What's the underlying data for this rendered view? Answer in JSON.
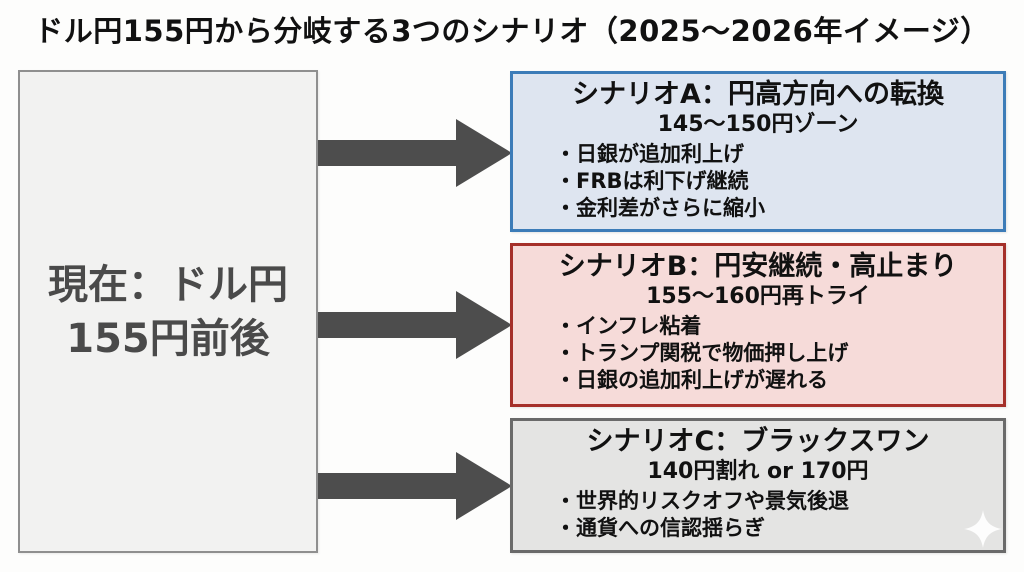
{
  "title": "ドル円155円から分岐する3つのシナリオ（2025〜2026年イメージ）",
  "current_box": {
    "line1": "現在：ドル円",
    "line2": "155円前後"
  },
  "scenarios": [
    {
      "id": "A",
      "title": "シナリオA：円高方向への転換",
      "range": "145〜150円ゾーン",
      "bullets": [
        "・日銀が追加利上げ",
        "・FRBは利下げ継続",
        "・金利差がさらに縮小"
      ],
      "border_color": "#3c7cb8",
      "bg_color": "#dee5f0"
    },
    {
      "id": "B",
      "title": "シナリオB：円安継続・高止まり",
      "range": "155〜160円再トライ",
      "bullets": [
        "・インフレ粘着",
        "・トランプ関税で物価押し上げ",
        "・日銀の追加利上げが遅れる"
      ],
      "border_color": "#a5302a",
      "bg_color": "#f6dbd9"
    },
    {
      "id": "C",
      "title": "シナリオC：ブラックスワン",
      "range": "140円割れ or 170円",
      "bullets": [
        "・世界的リスクオフや景気後退",
        "・通貨への信認揺らぎ"
      ],
      "border_color": "#6a6a6a",
      "bg_color": "#e4e4e3"
    }
  ],
  "colors": {
    "page_bg": "#fdfdfc",
    "title_text": "#111111",
    "current_bg": "#f2f2f1",
    "current_border": "#8f8f8f",
    "current_text": "#4a4a4a",
    "arrow": "#4d4d4d",
    "scenario_text": "#111111",
    "sparkle": "#ffffff"
  }
}
